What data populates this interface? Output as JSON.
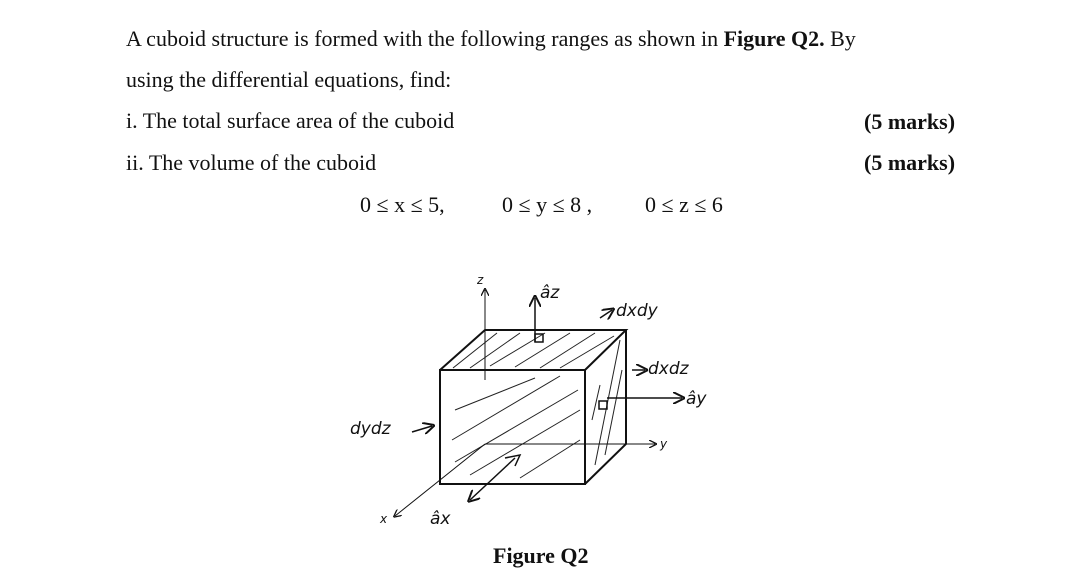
{
  "question": {
    "intro_part1": "A cuboid structure is formed with the following ranges as shown in ",
    "intro_figure_ref": "Figure Q2.",
    "intro_part2": " By",
    "intro_line2": "using the differential equations, find:",
    "items": [
      {
        "text": "i. The total surface area of the cuboid",
        "marks": "(5 marks)"
      },
      {
        "text": "ii. The volume of the cuboid",
        "marks": "(5 marks)"
      }
    ],
    "ranges": {
      "x": "0 ≤ x ≤ 5,",
      "y": "0 ≤ y ≤ 8 ,",
      "z": "0 ≤ z ≤ 6"
    }
  },
  "figure": {
    "caption": "Figure Q2",
    "axis_labels": {
      "x": "x",
      "y": "y",
      "z": "z"
    },
    "annotations": {
      "top": "dxdy",
      "right": "dxdz",
      "left": "dydz",
      "unit_z": "âz",
      "unit_y": "ây",
      "unit_x": "âx"
    }
  }
}
